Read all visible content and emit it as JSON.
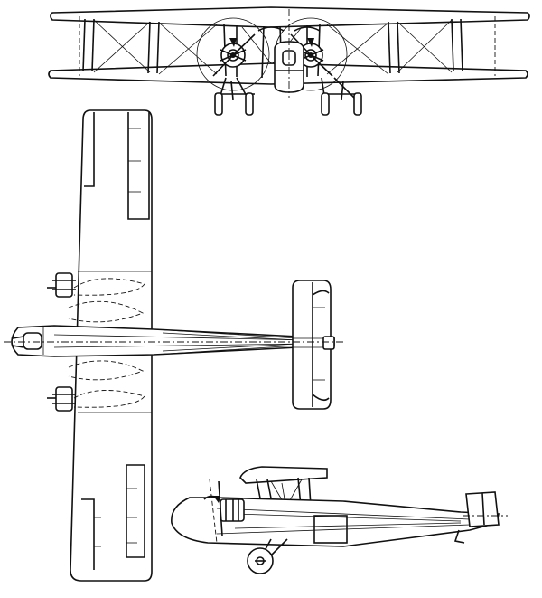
{
  "drawing": {
    "views": [
      "front",
      "top",
      "side"
    ],
    "colors": {
      "ink": "#111111",
      "paper": "#ffffff"
    }
  }
}
